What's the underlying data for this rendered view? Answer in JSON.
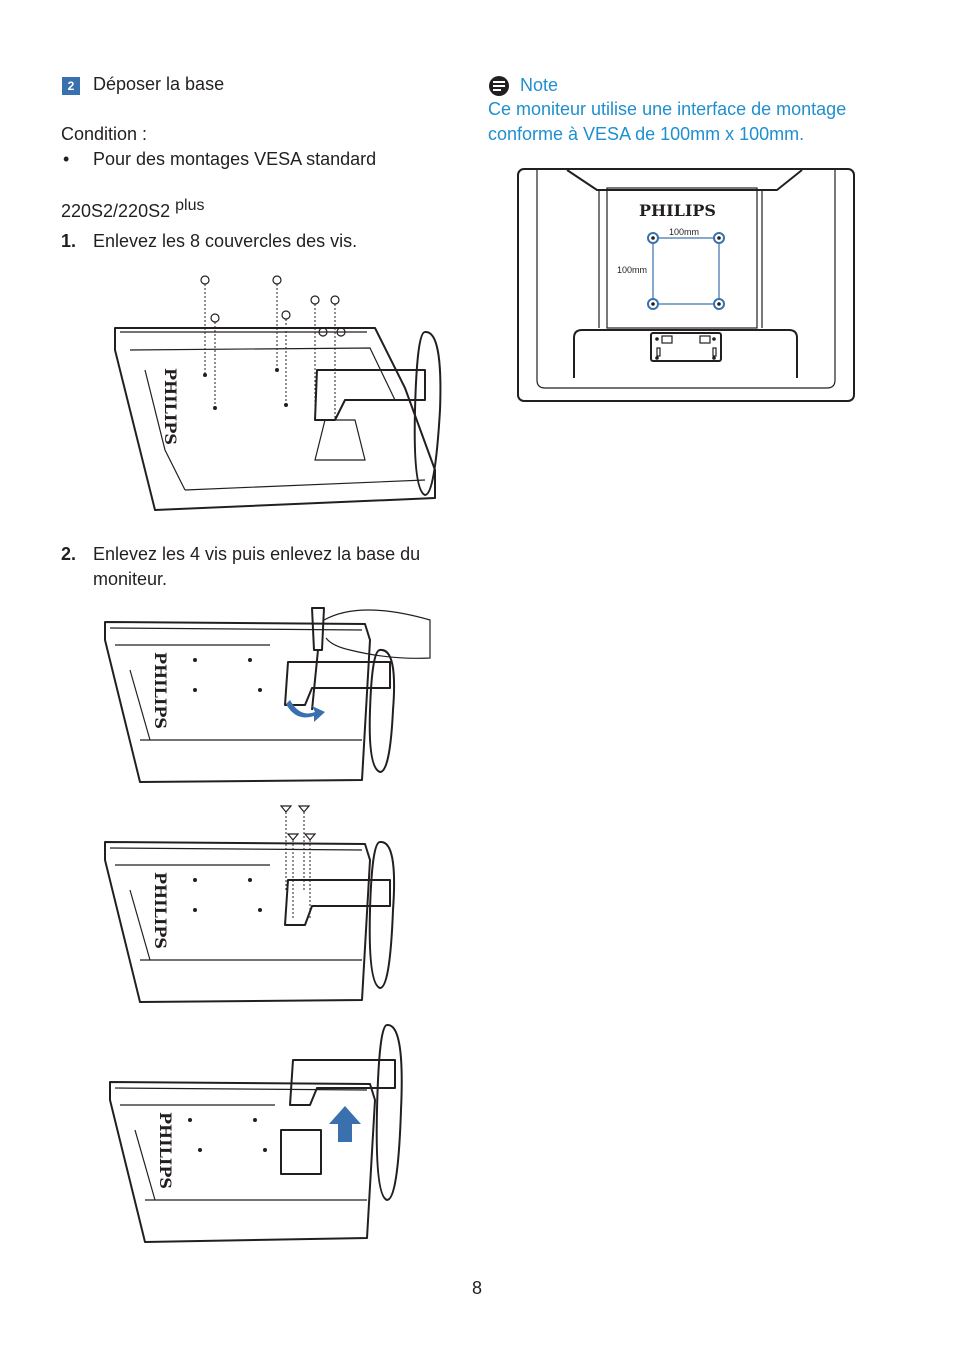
{
  "section": {
    "step_number": "2",
    "title": "Déposer la base"
  },
  "condition": {
    "label": "Condition :",
    "bullet": "•",
    "item": "Pour des montages VESA standard"
  },
  "model": {
    "name": "220S2/220S2",
    "suffix": "plus"
  },
  "steps": [
    {
      "number": "1.",
      "text": "Enlevez les 8 couvercles des vis."
    },
    {
      "number": "2.",
      "text_line1": "Enlevez les 4 vis puis enlevez la base du",
      "text_line2": "moniteur."
    }
  ],
  "note": {
    "icon": "note-icon",
    "title": "Note",
    "line1": "Ce moniteur utilise une interface de montage",
    "line2": "conforme à VESA de 100mm x 100mm."
  },
  "vesa_diagram": {
    "brand": "PHILIPS",
    "width_label": "100mm",
    "height_label": "100mm"
  },
  "illustration_brand": "PHILIPS",
  "page_number": "8",
  "colors": {
    "accent": "#1f8fce",
    "badge": "#3a70ae",
    "text": "#231f20"
  }
}
